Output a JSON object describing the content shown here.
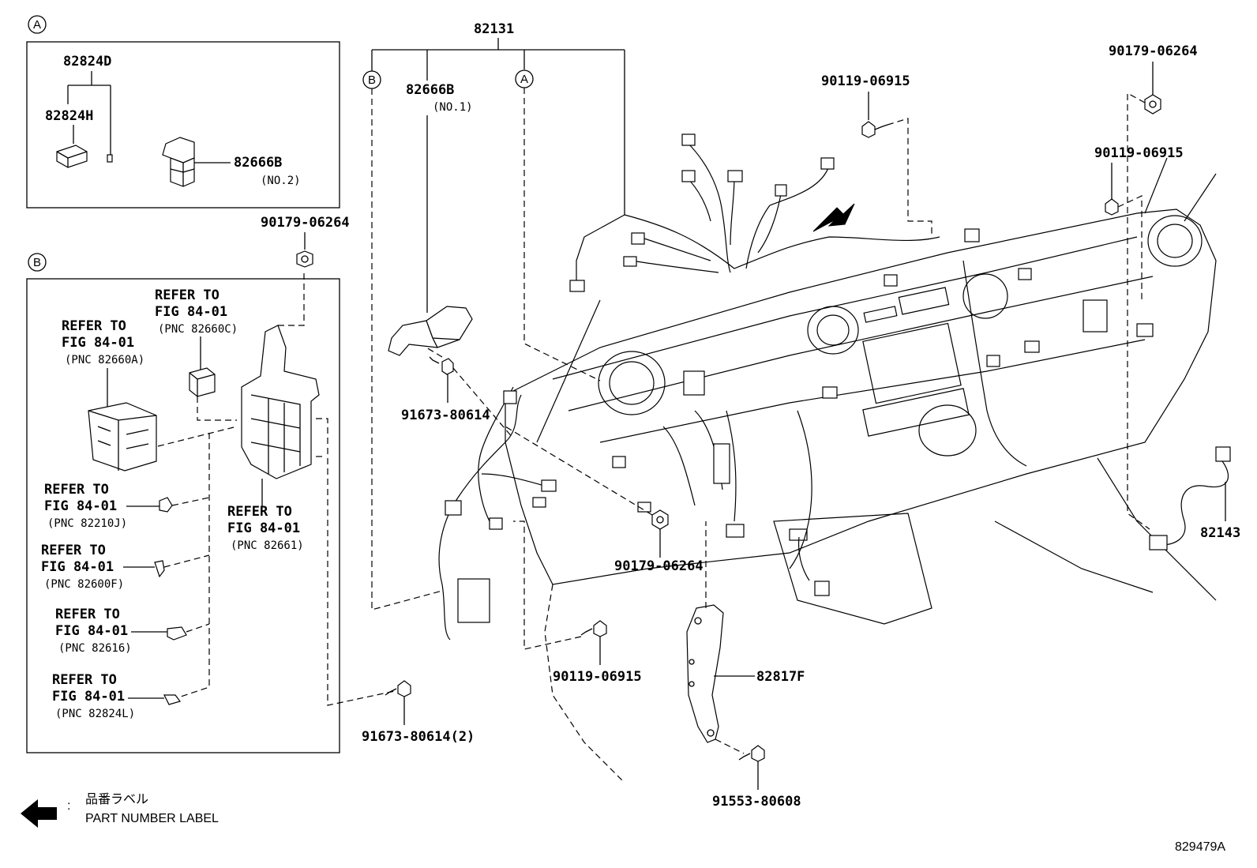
{
  "diagram_id": "829479A",
  "legend": {
    "jp_text": "品番ラベル",
    "en_text": "PART NUMBER LABEL",
    "colon": ":"
  },
  "inset_a": {
    "marker": "A",
    "labels": {
      "p82824D": "82824D",
      "p82824H": "82824H",
      "p82666B": "82666B",
      "p82666B_qty": "(NO.2)"
    }
  },
  "inset_b": {
    "marker": "B",
    "refer_to": "REFER TO",
    "fig": "FIG 84-01",
    "refs": {
      "r82660C": "(PNC 82660C)",
      "r82660A": "(PNC 82660A)",
      "r82210J": "(PNC 82210J)",
      "r82600F": "(PNC 82600F)",
      "r82616": "(PNC 82616)",
      "r82824L": "(PNC 82824L)",
      "r82661": "(PNC 82661)"
    }
  },
  "main": {
    "marker_a": "A",
    "marker_b": "B",
    "p82131": "82131",
    "p82666B": "82666B",
    "p82666B_qty": "(NO.1)",
    "p90179_left": "90179-06264",
    "p90179_top": "90179-06264",
    "p90179_mid": "90179-06264",
    "p90119_top": "90119-06915",
    "p90119_right": "90119-06915",
    "p90119_bottom": "90119-06915",
    "p91673_80614": "91673-80614",
    "p91673_80614_2": "91673-80614(2)",
    "p82817F": "82817F",
    "p91553_80608": "91553-80608",
    "p82143": "82143"
  }
}
